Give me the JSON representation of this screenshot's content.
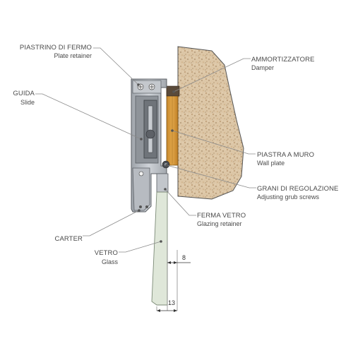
{
  "labels": {
    "plate_retainer": {
      "it": "PIASTRINO DI FERMO",
      "en": "Plate retainer"
    },
    "slide": {
      "it": "GUIDA",
      "en": "Slide"
    },
    "carter": {
      "it": "CARTER"
    },
    "glass": {
      "it": "VETRO",
      "en": "Glass"
    },
    "damper": {
      "it": "AMMORTIZZATORE",
      "en": "Damper"
    },
    "wall_plate": {
      "it": "PIASTRA A MURO",
      "en": "Wall plate"
    },
    "grub_screws": {
      "it": "GRANI DI REGOLAZIONE",
      "en": "Adjusting grub screws"
    },
    "glazing_retainer": {
      "it": "FERMA VETRO",
      "en": "Glazing retainer"
    }
  },
  "dimensions": {
    "gap": "8",
    "glass_width": "13"
  },
  "colors": {
    "wall": "#d9c2a2",
    "wall_plate": "#d79a3a",
    "profile": "#aeb2b8",
    "glass": "#dfe7d9",
    "text": "#4a4a4a"
  }
}
